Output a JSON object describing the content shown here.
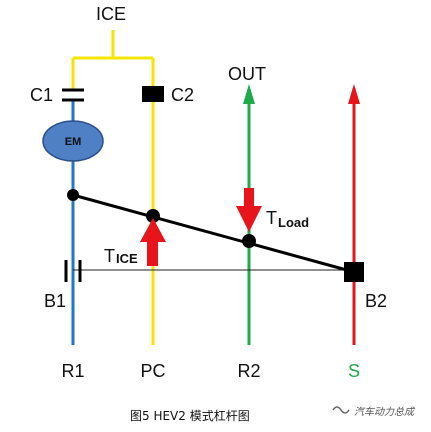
{
  "diagram": {
    "labels": {
      "ice": "ICE",
      "c1": "C1",
      "c2": "C2",
      "out": "OUT",
      "em": "EM",
      "t_load_main": "T",
      "t_load_sub": "Load",
      "t_ice_main": "T",
      "t_ice_sub": "ICE",
      "b1": "B1",
      "b2": "B2"
    },
    "axes": [
      {
        "id": "r1",
        "label": "R1",
        "color": "#1f78c8"
      },
      {
        "id": "pc",
        "label": "PC",
        "color": "#f5e600"
      },
      {
        "id": "r2",
        "label": "R2",
        "color": "#1faa4e"
      },
      {
        "id": "s",
        "label": "S",
        "color": "#e8141b"
      }
    ],
    "colors": {
      "lever": "#000000",
      "connector": "#f5e600",
      "em_fill": "#4f7fc4",
      "arrow": "#e8141b",
      "out_arrow": "#1faa4e",
      "s_label": "#1faa4e"
    },
    "caption": "图5   HEV2 模式杠杆图",
    "watermark": "汽车动力总成"
  }
}
